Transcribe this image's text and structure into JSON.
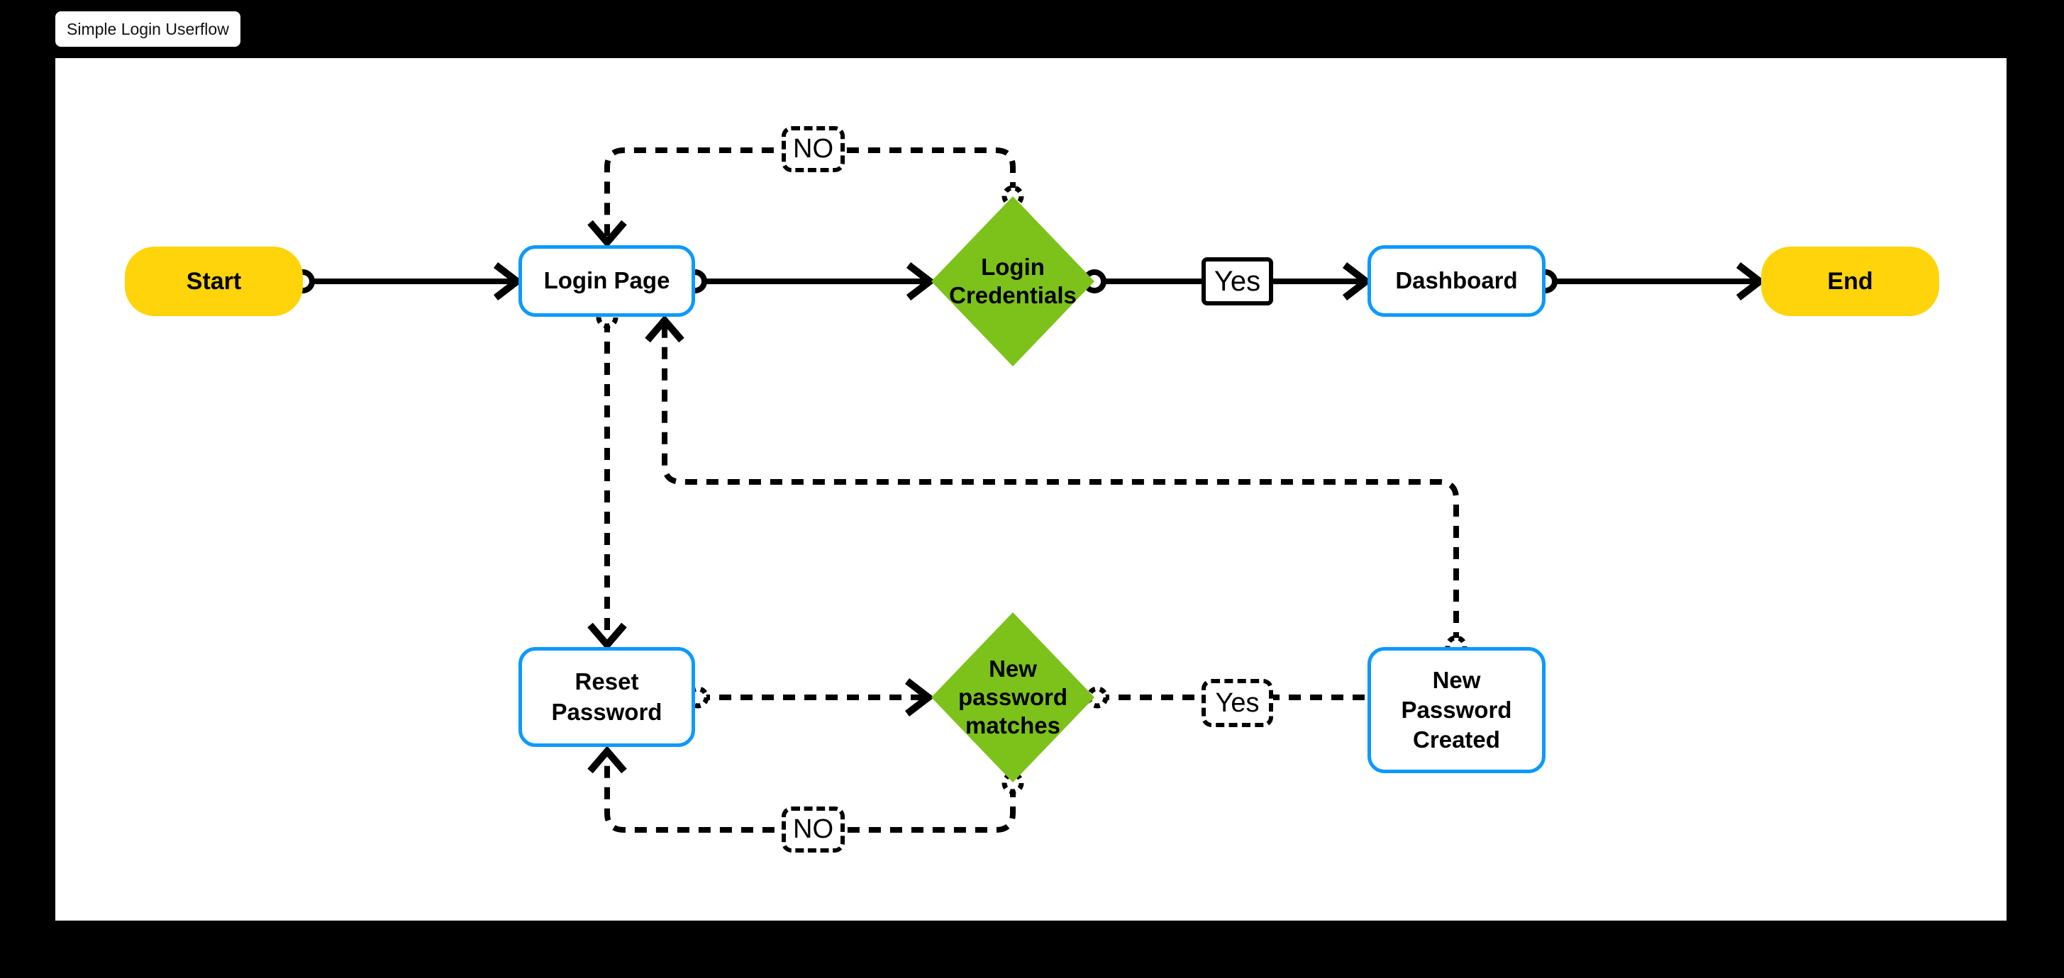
{
  "board": {
    "title": "Simple Login Userflow"
  },
  "colors": {
    "yellow": "#FFD40A",
    "green": "#7CC21A",
    "blue": "#0D99FF",
    "canvas": "#FFFFFF",
    "background": "#000000",
    "stroke": "#000000"
  },
  "nodes": {
    "start": {
      "label": "Start",
      "shape": "pill"
    },
    "login_page": {
      "label": "Login Page",
      "shape": "rounded-rect"
    },
    "login_credentials": {
      "label": "Login Credentials",
      "shape": "diamond"
    },
    "dashboard": {
      "label": "Dashboard",
      "shape": "rounded-rect"
    },
    "end": {
      "label": "End",
      "shape": "pill"
    },
    "reset_password": {
      "label": "Reset Password",
      "shape": "rounded-rect"
    },
    "new_password_matches": {
      "label": "New password matches",
      "shape": "diamond"
    },
    "new_password_created": {
      "label": "New Password Created",
      "shape": "rounded-rect"
    }
  },
  "edge_labels": {
    "no_top": "NO",
    "yes_top": "Yes",
    "yes_bottom": "Yes",
    "no_bottom": "NO"
  },
  "edges": [
    {
      "from": "Start",
      "to": "Login Page",
      "style": "solid"
    },
    {
      "from": "Login Page",
      "to": "Login Credentials",
      "style": "solid"
    },
    {
      "from": "Login Credentials",
      "to": "Dashboard",
      "style": "solid",
      "label": "Yes"
    },
    {
      "from": "Dashboard",
      "to": "End",
      "style": "solid"
    },
    {
      "from": "Login Credentials",
      "to": "Login Page",
      "style": "dashed",
      "label": "NO"
    },
    {
      "from": "Login Page",
      "to": "Reset Password",
      "style": "dashed"
    },
    {
      "from": "Reset Password",
      "to": "New password matches",
      "style": "dashed"
    },
    {
      "from": "New password matches",
      "to": "New Password Created",
      "style": "dashed",
      "label": "Yes"
    },
    {
      "from": "New Password Created",
      "to": "Login Page",
      "style": "dashed"
    },
    {
      "from": "New password matches",
      "to": "Reset Password",
      "style": "dashed",
      "label": "NO"
    }
  ]
}
